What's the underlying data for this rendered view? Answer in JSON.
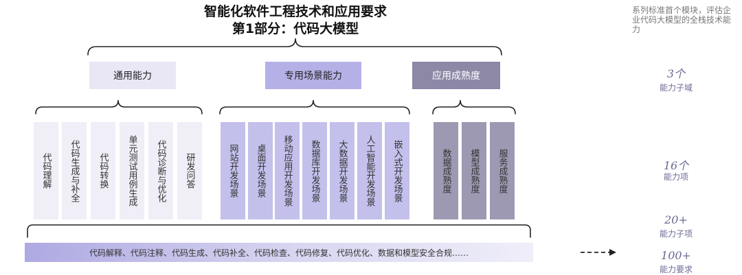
{
  "title": {
    "line1": "智能化软件工程技术和应用要求",
    "line2": "第1部分：代码大模型"
  },
  "groups": [
    {
      "label": "通用能力",
      "color": "#e9e7f5",
      "col_color": "#f0eff8",
      "items": [
        "代码理解",
        "代码生成与补全",
        "代码转换",
        "单元测试用例生成",
        "代码诊断与优化",
        "研发问答"
      ]
    },
    {
      "label": "专用场景能力",
      "color": "#b5b1e6",
      "col_color": "#c3c0ec",
      "items": [
        "网站开发场景",
        "桌面开发场景",
        "移动应用开发场景",
        "数据库开发场景",
        "大数据开发场景",
        "人工智能开发场景",
        "嵌入式开发场景"
      ]
    },
    {
      "label": "应用成熟度",
      "color": "#8c88a6",
      "col_color": "#9d99b3",
      "items": [
        "数据成熟度",
        "模型成熟度",
        "服务成熟度"
      ]
    }
  ],
  "bottom_bar": "代码解释、代码注释、代码生成、代码补全、代码检查、代码修复、代码优化、数据和模型安全合规……",
  "side_note": "系列标准首个模块，评估企业代码大模型的全栈技术能力",
  "stats": [
    {
      "value": "3个",
      "label": "能力子域"
    },
    {
      "value": "16个",
      "label": "能力项"
    },
    {
      "value": "20+",
      "label": "能力子项"
    },
    {
      "value": "100+",
      "label": "能力要求"
    }
  ]
}
